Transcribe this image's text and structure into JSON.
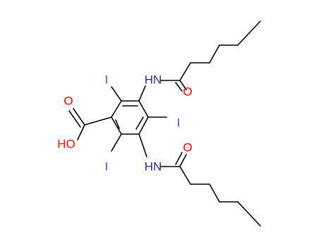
{
  "molecule": {
    "colors": {
      "bond": "#000000",
      "oxygen": "#ff0000",
      "nitrogen": "#2b2b9a",
      "iodine": "#8a2be2"
    },
    "labels": {
      "iodine_top": "I",
      "iodine_right": "I",
      "iodine_bottom": "I",
      "oxygen_acid_carbonyl": "O",
      "hydroxyl": "HO",
      "amide_n_top": "HN",
      "amide_o_top": "O",
      "amide_n_bottom": "HN",
      "amide_o_bottom": "O"
    }
  }
}
